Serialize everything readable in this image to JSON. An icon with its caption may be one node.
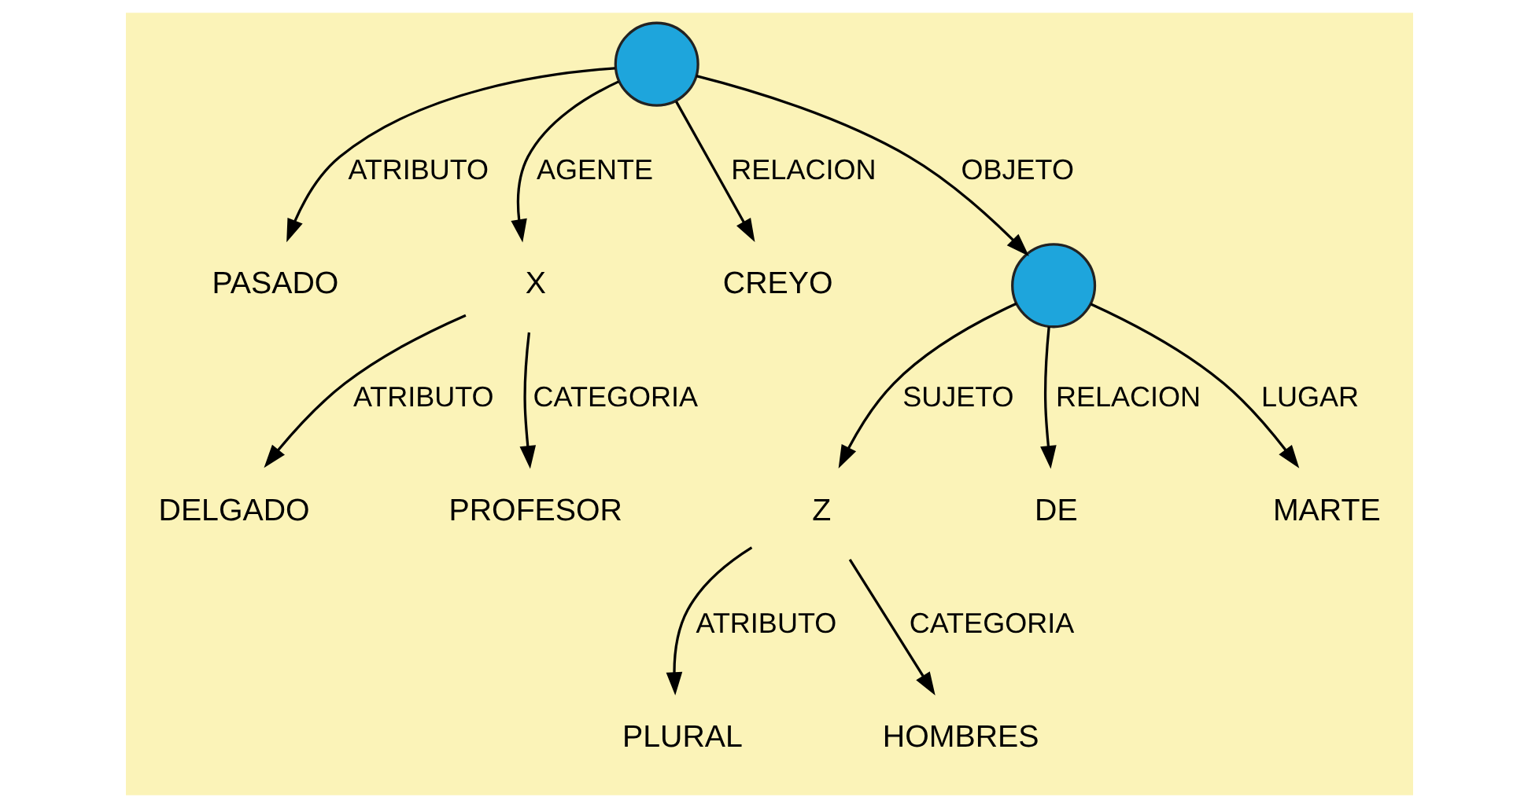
{
  "diagram": {
    "nodes": [
      {
        "text": [],
        "shape": "circle"
      },
      {
        "text": [
          "PASADO"
        ]
      },
      {
        "text": [
          "X"
        ]
      },
      {
        "text": [
          "CREYO"
        ]
      },
      {
        "text": [],
        "shape": "circle"
      },
      {
        "text": [
          "DELGADO"
        ]
      },
      {
        "text": [
          "PROFESOR"
        ]
      },
      {
        "text": [
          "Z"
        ]
      },
      {
        "text": [
          "DE"
        ]
      },
      {
        "text": [
          "MARTE"
        ]
      },
      {
        "text": [
          "PLURAL"
        ]
      },
      {
        "text": [
          "HOMBRES"
        ]
      }
    ],
    "edges": [
      {
        "from": 0,
        "to": 1,
        "arrow": "to",
        "label": "ATRIBUTO"
      },
      {
        "from": 0,
        "to": 2,
        "arrow": "to",
        "label": "AGENTE"
      },
      {
        "from": 0,
        "to": 3,
        "arrow": "to",
        "label": "RELACION"
      },
      {
        "from": 0,
        "to": 4,
        "arrow": "to",
        "label": "OBJETO"
      },
      {
        "from": 2,
        "to": 5,
        "arrow": "to",
        "label": "ATRIBUTO"
      },
      {
        "from": 2,
        "to": 6,
        "arrow": "to",
        "label": "CATEGORIA"
      },
      {
        "from": 4,
        "to": 7,
        "arrow": "to",
        "label": "SUJETO"
      },
      {
        "from": 4,
        "to": 8,
        "arrow": "to",
        "label": "RELACION"
      },
      {
        "from": 4,
        "to": 9,
        "arrow": "to",
        "label": "LUGAR"
      },
      {
        "from": 7,
        "to": 10,
        "arrow": "to",
        "label": "ATRIBUTO"
      },
      {
        "from": 7,
        "to": 11,
        "arrow": "to",
        "label": "CATEGORIA"
      }
    ]
  }
}
